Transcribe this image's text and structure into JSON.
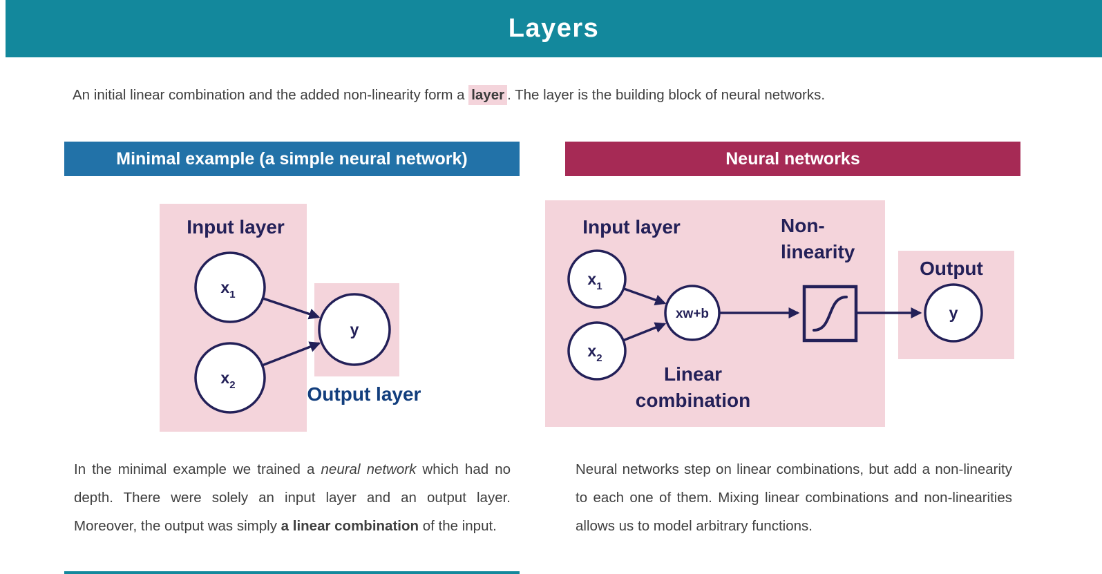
{
  "header": {
    "title": "Layers"
  },
  "intro": {
    "text_before_highlight": "An initial linear combination and the added non-linearity form a ",
    "highlight": "layer",
    "text_after_highlight": ". The layer is the building block of neural networks."
  },
  "left_section": {
    "banner": "Minimal example (a simple neural network)",
    "diagram": {
      "input_layer_label": "Input layer",
      "output_layer_label": "Output layer",
      "nodes": {
        "x1": {
          "base": "x",
          "sub": "1"
        },
        "x2": {
          "base": "x",
          "sub": "2"
        },
        "y": "y"
      }
    },
    "paragraph": {
      "part1": "In the minimal example we trained a ",
      "part2_italic": "neural network",
      "part3": " which had no depth. There were solely an input layer and an output layer. Moreover, the output was simply ",
      "part4_bold": "a linear combination",
      "part5": " of the input."
    }
  },
  "right_section": {
    "banner": "Neural networks",
    "diagram": {
      "input_layer_label": "Input layer",
      "nonlinearity_line1": "Non-",
      "nonlinearity_line2": "linearity",
      "linear_combination_line1": "Linear",
      "linear_combination_line2": "combination",
      "output_label": "Output",
      "nodes": {
        "x1": {
          "base": "x",
          "sub": "1"
        },
        "x2": {
          "base": "x",
          "sub": "2"
        },
        "xwb": "xw+b",
        "y": "y"
      },
      "icons": {
        "nonlinearity": "sigmoid-curve-icon"
      }
    },
    "paragraph": {
      "text": "Neural networks step on linear combinations, but add a non-linearity to each one of them. Mixing linear combinations and non-linearities allows us to model arbitrary functions."
    }
  },
  "colors": {
    "header_teal": "#13889C",
    "banner_blue": "#2272A8",
    "banner_crimson": "#A62A55",
    "panel_pink": "#F4D4DB",
    "diagram_navy": "#232058",
    "output_layer_blue": "#123E7D",
    "body_text_gray": "#3F3F3F"
  }
}
